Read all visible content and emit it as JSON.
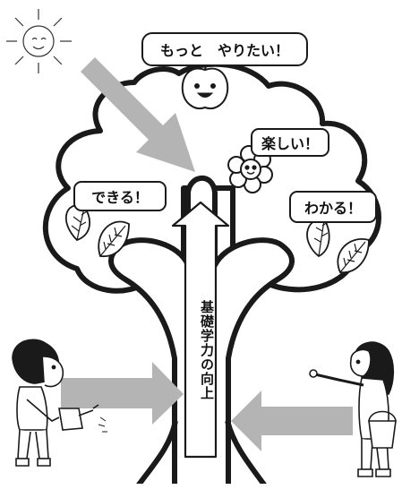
{
  "labels": {
    "motto_yaritai": "もっと　やりたい！",
    "tanoshii": "楽しい！",
    "dekiru": "できる！",
    "wakaru": "わかる！"
  },
  "trunk_text": "基礎学力の向上",
  "colors": {
    "outline": "#1a1a1a",
    "arrow_gray": "#b4b4b4",
    "background": "#ffffff"
  },
  "icons": [
    "sun-icon",
    "apple-icon",
    "flower-icon",
    "leaf-icon",
    "child-watering-icon",
    "child-with-bucket-icon"
  ]
}
